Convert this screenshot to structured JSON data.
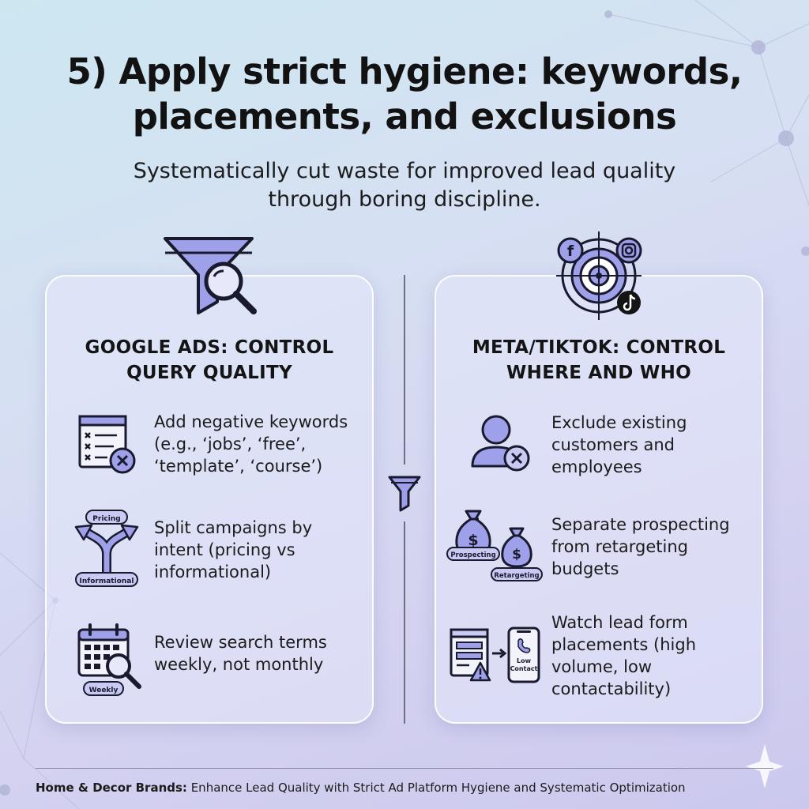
{
  "title": {
    "line1": "5) Apply strict hygiene: keywords,",
    "line2": "placements, and exclusions"
  },
  "subtitle": {
    "line1": "Systematically cut waste for improved lead quality",
    "line2": "through boring discipline."
  },
  "left_card": {
    "heading_line1": "GOOGLE ADS: CONTROL",
    "heading_line2": "QUERY QUALITY",
    "items": [
      {
        "icon": "keyword-list-exclude-icon",
        "lines": [
          "Add negative keywords",
          "(e.g., ‘jobs’, ‘free’,",
          "‘template’, ‘course’)"
        ]
      },
      {
        "icon": "split-arrows-icon",
        "badges": [
          "Pricing",
          "Informational"
        ],
        "lines": [
          "Split campaigns by",
          "intent (pricing vs",
          "informational)"
        ]
      },
      {
        "icon": "calendar-search-icon",
        "badges": [
          "Weekly"
        ],
        "lines": [
          "Review search terms",
          "weekly, not monthly"
        ]
      }
    ]
  },
  "right_card": {
    "heading_line1": "META/TIKTOK: CONTROL",
    "heading_line2": "WHERE AND WHO",
    "items": [
      {
        "icon": "user-exclude-icon",
        "lines": [
          "Exclude existing",
          "customers and",
          "employees"
        ]
      },
      {
        "icon": "money-bags-icon",
        "badges": [
          "Prospecting",
          "Retargeting"
        ],
        "lines": [
          "Separate prospecting",
          "from retargeting",
          "budgets"
        ]
      },
      {
        "icon": "form-to-phone-icon",
        "badges": [
          "Low",
          "Contact"
        ],
        "lines": [
          "Watch lead form",
          "placements (high",
          "volume, low",
          "contactability)"
        ]
      }
    ]
  },
  "icons": {
    "left_header": "funnel-search-icon",
    "right_header": "social-target-icon",
    "center": "funnel-icon"
  },
  "footer": {
    "label": "Home & Decor Brands:",
    "text": " Enhance Lead Quality with Strict Ad Platform Hygiene and Systematic Optimization"
  },
  "colors": {
    "accent": "#9b9ce9",
    "ink": "#1a1a2e",
    "card_border": "#ffffff"
  }
}
